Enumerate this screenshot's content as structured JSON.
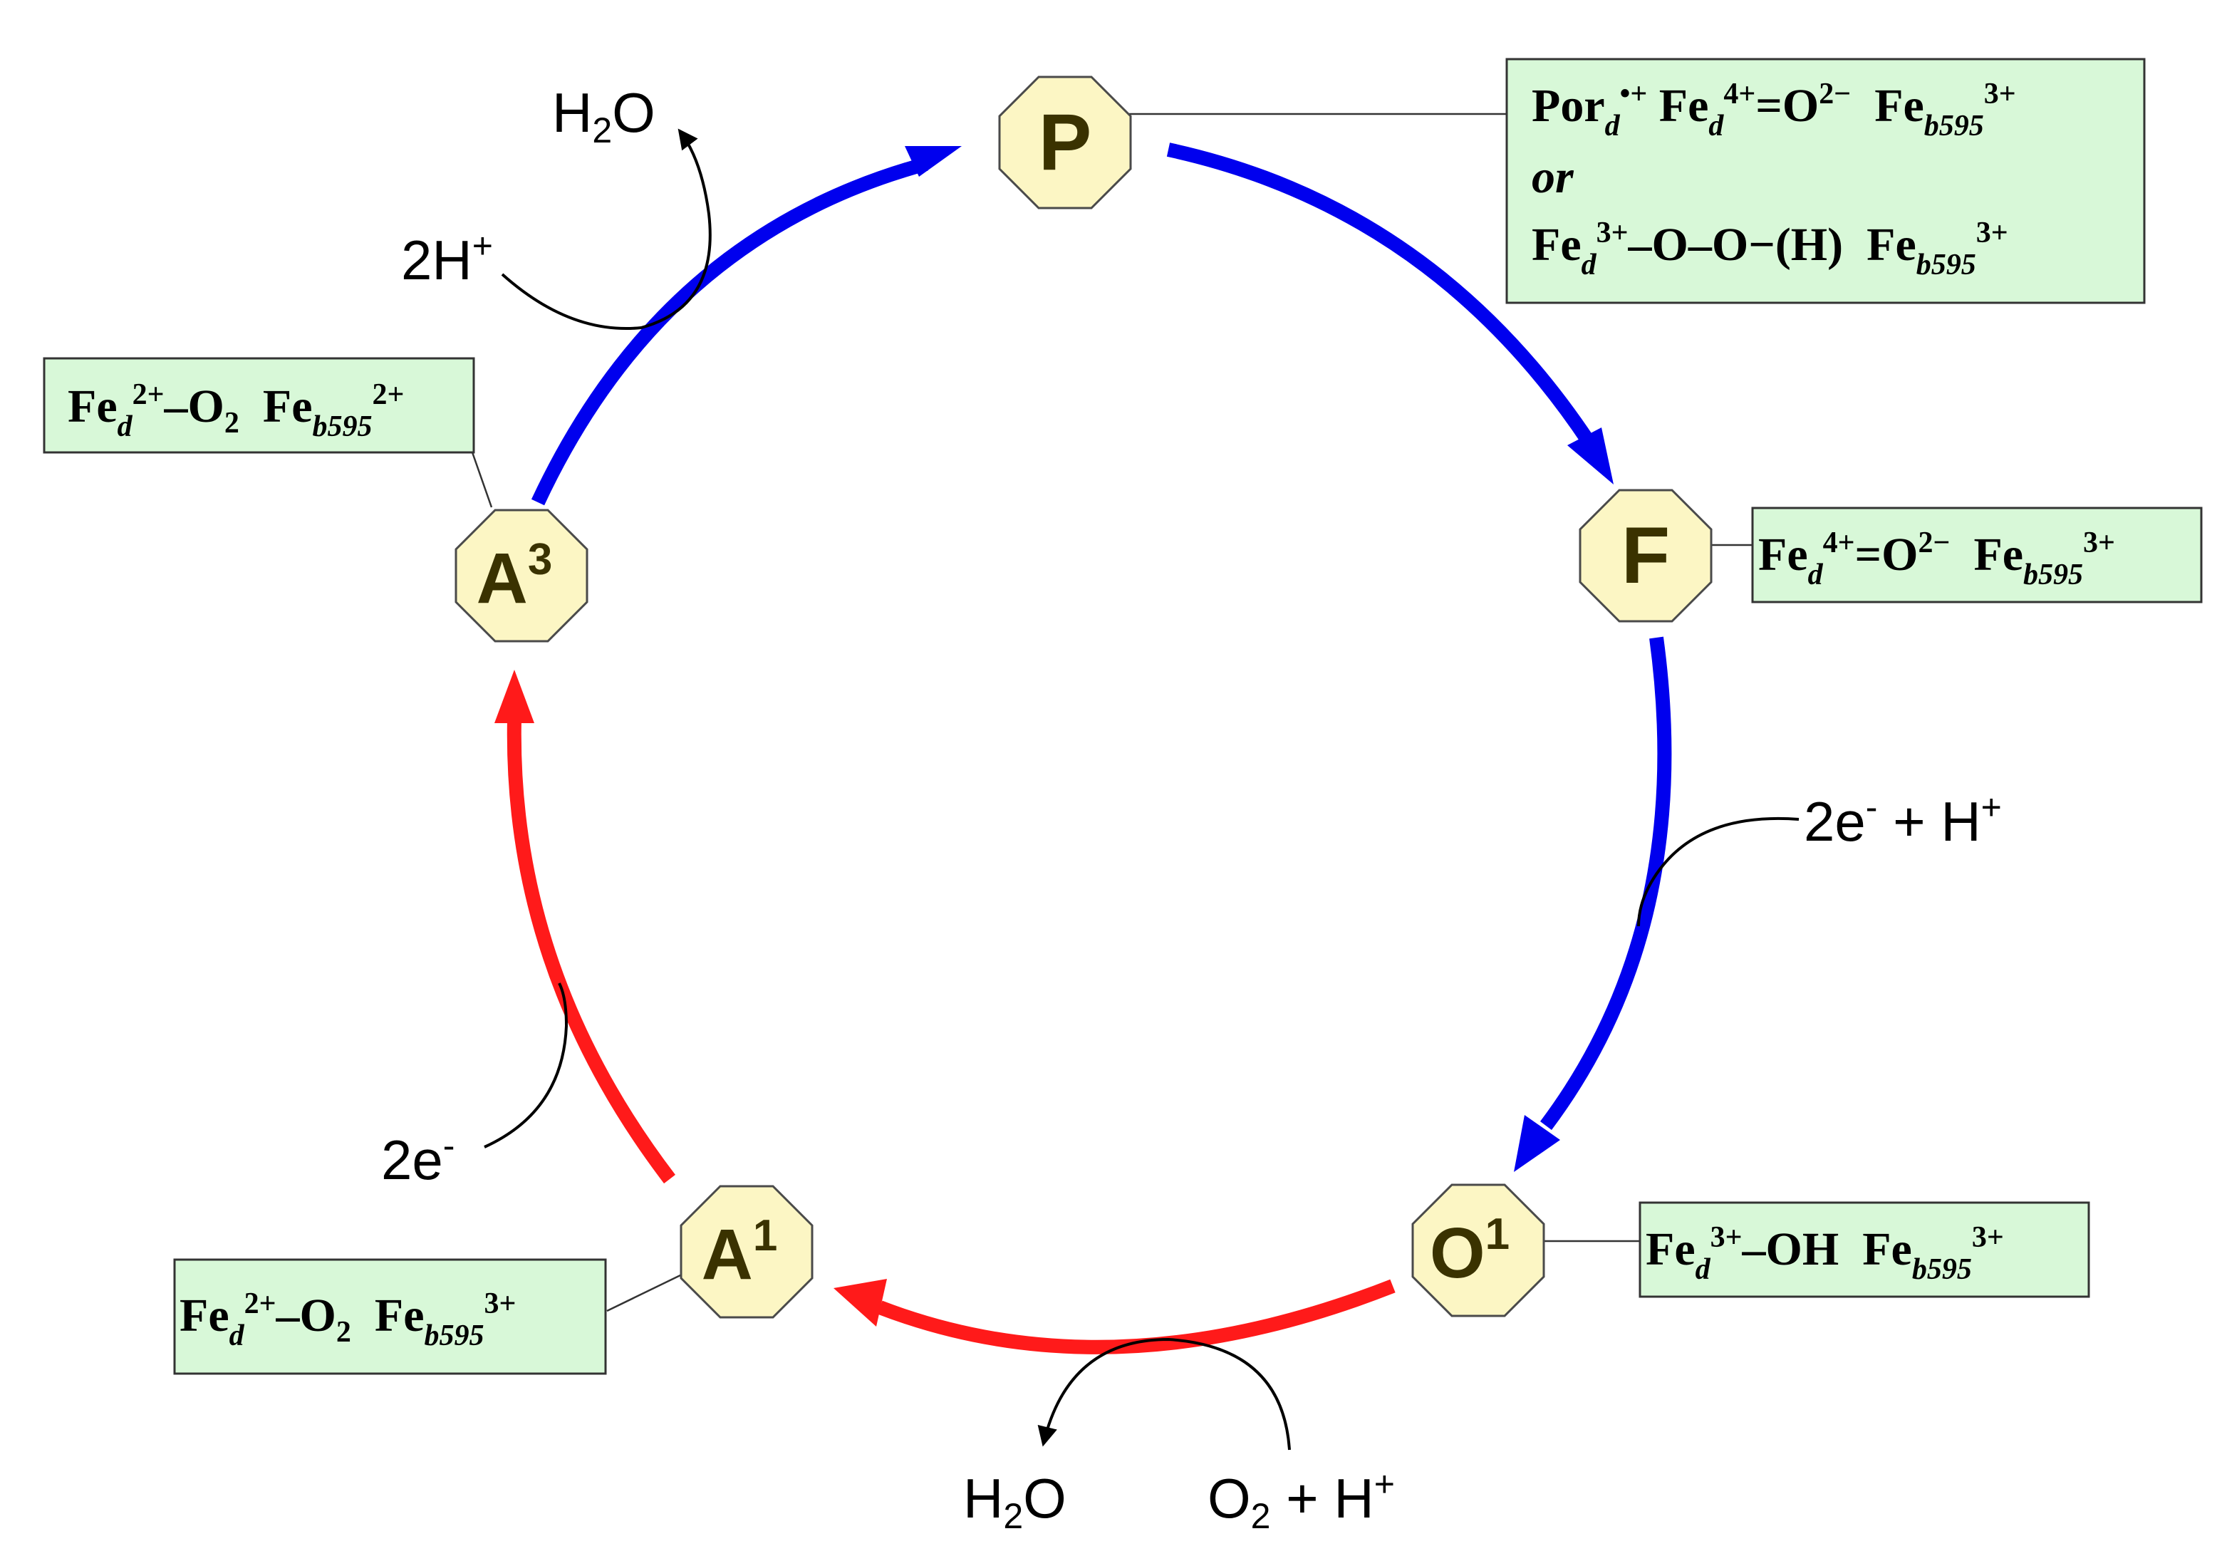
{
  "colors": {
    "blue_arrow": "#0000ee",
    "red_arrow": "#ff1a1a",
    "node_fill": "#fcf6c4",
    "node_stroke": "#4a4a4a",
    "box_fill": "#d8f8d8",
    "box_stroke": "#333333",
    "text": "#000000",
    "node_text": "#3a3200"
  },
  "nodes": {
    "P": {
      "label": "P",
      "sup": ""
    },
    "F": {
      "label": "F",
      "sup": ""
    },
    "O1": {
      "label": "O",
      "sup": "1"
    },
    "A1": {
      "label": "A",
      "sup": "1"
    },
    "A3": {
      "label": "A",
      "sup": "3"
    }
  },
  "boxes": {
    "P": {
      "line1": {
        "a": "Por",
        "a_sub": "d",
        "a_sup": "•+",
        "b": " Fe",
        "b_sub": "d",
        "b_sup": "4+",
        "c": "=O",
        "c_sup": "2−",
        "d": "  Fe",
        "d_sub": "b595",
        "d_sup": "3+"
      },
      "line2": "or",
      "line3": {
        "a": "Fe",
        "a_sub": "d",
        "a_sup": "3+",
        "b": "–O–O−(H)  Fe",
        "b_sub": "b595",
        "b_sup": "3+"
      }
    },
    "F": {
      "a": "Fe",
      "a_sub": "d",
      "a_sup": "4+",
      "b": "=O",
      "b_sup": "2−",
      "c": "  Fe",
      "c_sub": "b595",
      "c_sup": "3+"
    },
    "O1": {
      "a": "Fe",
      "a_sub": "d",
      "a_sup": "3+",
      "b": "–OH  Fe",
      "b_sub": "b595",
      "b_sup": "3+"
    },
    "A1": {
      "a": "Fe",
      "a_sub": "d",
      "a_sup": "2+",
      "b": "–O",
      "b_sub": "2",
      "c": "  Fe",
      "c_sub": "b595",
      "c_sup": "3+"
    },
    "A3": {
      "a": "Fe",
      "a_sub": "d",
      "a_sup": "2+",
      "b": "–O",
      "b_sub": "2",
      "c": "  Fe",
      "c_sub": "b595",
      "c_sup": "2+"
    }
  },
  "reagents": {
    "h2o_top": {
      "a": "H",
      "sub": "2",
      "b": "O"
    },
    "two_h_plus": {
      "a": "2H",
      "sup": "+"
    },
    "two_e_h": {
      "a": "2e",
      "sup1": "-",
      "b": " + H",
      "sup2": "+"
    },
    "two_e": {
      "a": "2e",
      "sup": "-"
    },
    "h2o_bottom": {
      "a": "H",
      "sub": "2",
      "b": "O"
    },
    "o2_h": {
      "a": "O",
      "sub": "2",
      "b": " + H",
      "sup": "+"
    }
  }
}
